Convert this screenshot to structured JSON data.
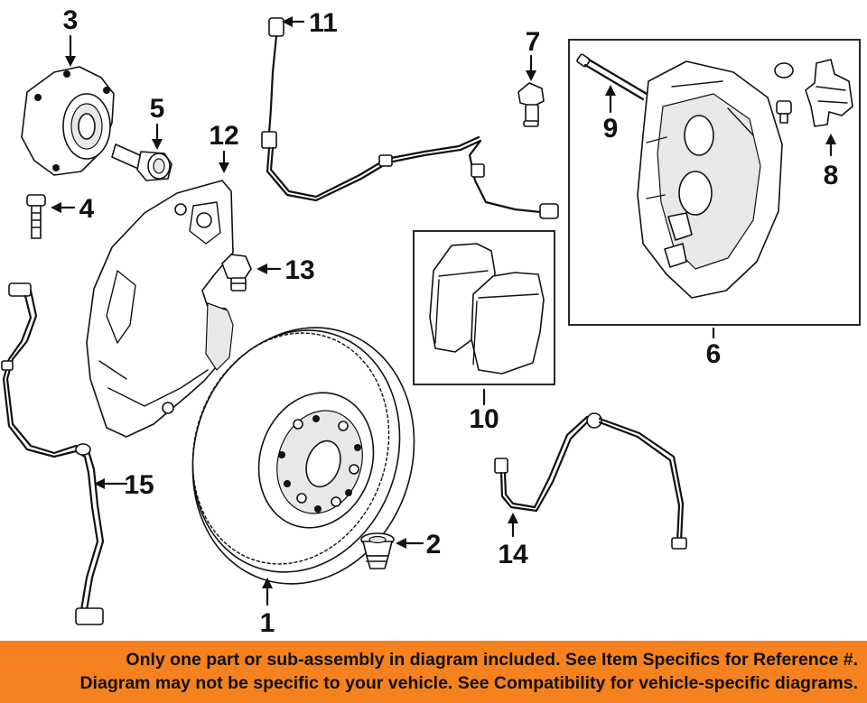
{
  "diagram": {
    "callouts": [
      {
        "id": "1",
        "label": "1"
      },
      {
        "id": "2",
        "label": "2"
      },
      {
        "id": "3",
        "label": "3"
      },
      {
        "id": "4",
        "label": "4"
      },
      {
        "id": "5",
        "label": "5"
      },
      {
        "id": "6",
        "label": "6"
      },
      {
        "id": "7",
        "label": "7"
      },
      {
        "id": "8",
        "label": "8"
      },
      {
        "id": "9",
        "label": "9"
      },
      {
        "id": "10",
        "label": "10"
      },
      {
        "id": "11",
        "label": "11"
      },
      {
        "id": "12",
        "label": "12"
      },
      {
        "id": "13",
        "label": "13"
      },
      {
        "id": "14",
        "label": "14"
      },
      {
        "id": "15",
        "label": "15"
      }
    ]
  },
  "banner": {
    "line1": "Only one part or sub-assembly in diagram included. See Item Specifics for Reference #.",
    "line2": "Diagram may not be specific to your vehicle. See Compatibility for vehicle-specific diagrams.",
    "background": "#f5821f"
  }
}
